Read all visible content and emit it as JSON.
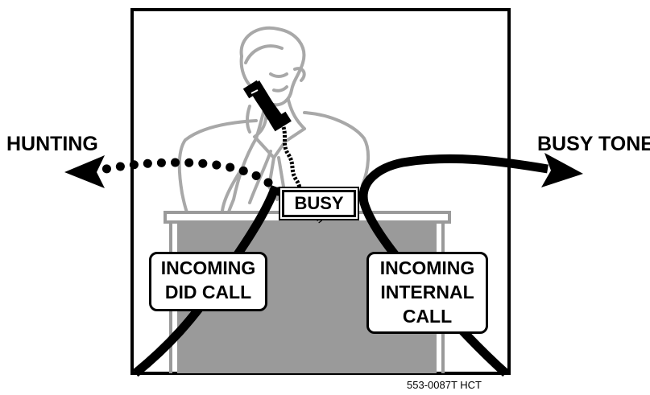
{
  "labels": {
    "hunting": "HUNTING",
    "busy_tone": "BUSY TONE",
    "busy_sign": "BUSY",
    "did_call_line1": "INCOMING",
    "did_call_line2": "DID CALL",
    "internal_call_line1": "INCOMING",
    "internal_call_line2": "INTERNAL",
    "internal_call_line3": "CALL",
    "figure_id": "553-0087T HCT"
  },
  "colors": {
    "ink": "#000000",
    "figure_gray": "#a8a8a8",
    "desk_gray": "#9a9a9a",
    "background": "#ffffff"
  }
}
